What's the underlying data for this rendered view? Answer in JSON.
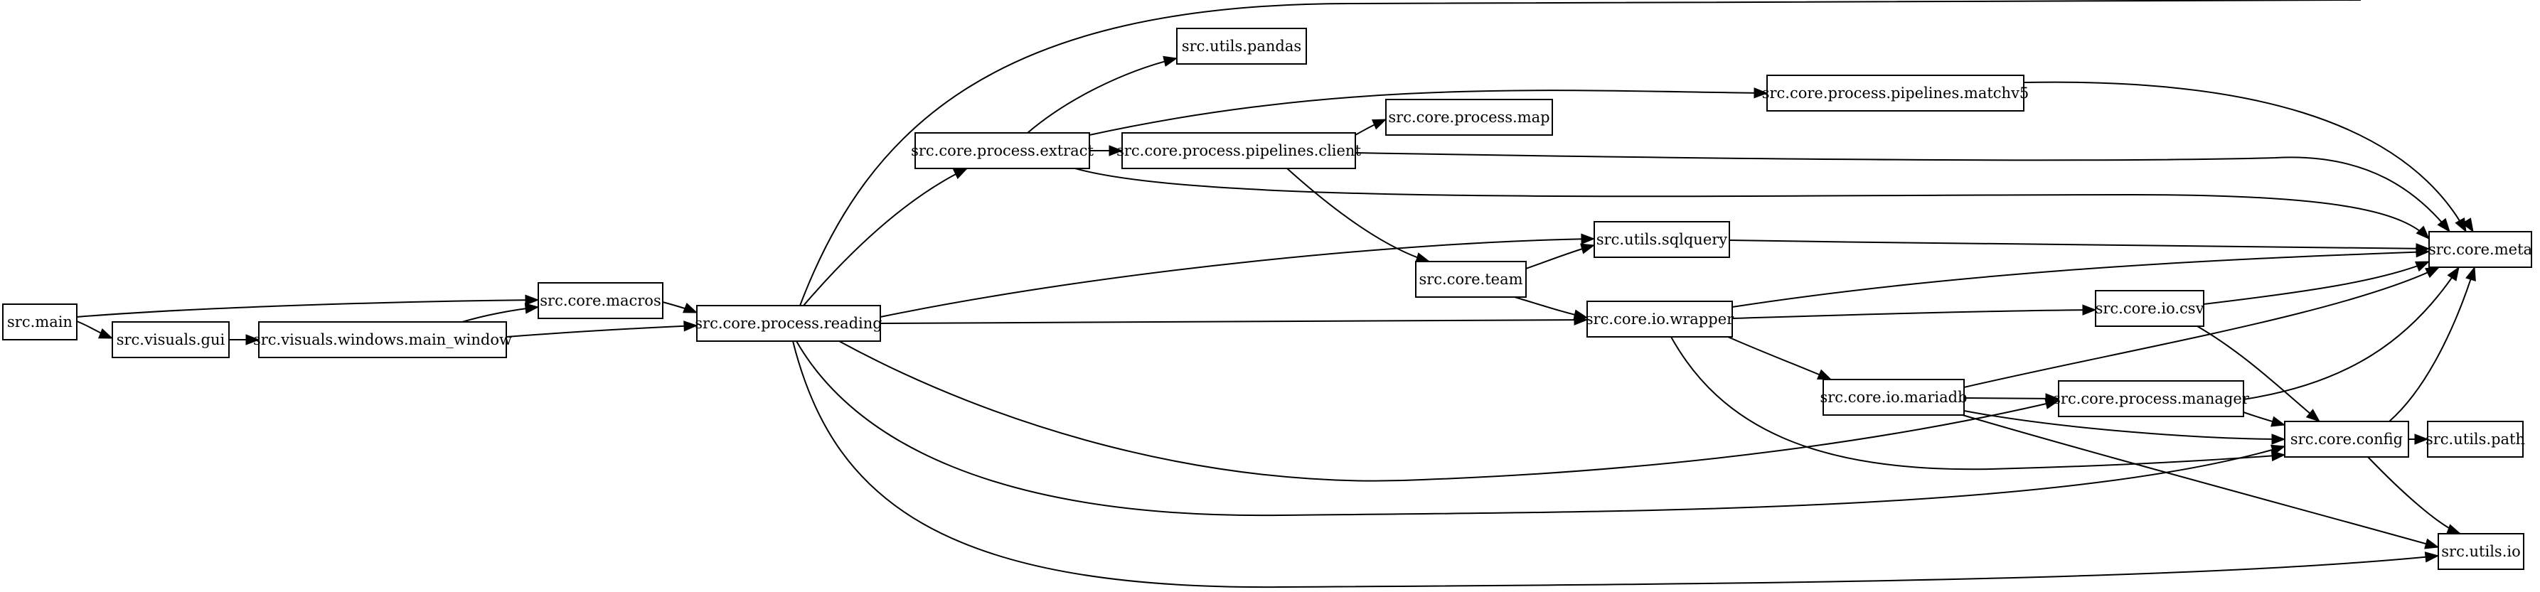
{
  "diagram": {
    "type": "dependency-graph",
    "colors": {
      "stroke": "#000000",
      "fill": "#ffffff",
      "text": "#000000"
    },
    "nodes": [
      {
        "id": "main",
        "label": "src.main"
      },
      {
        "id": "gui",
        "label": "src.visuals.gui"
      },
      {
        "id": "main_window",
        "label": "src.visuals.windows.main_window"
      },
      {
        "id": "macros",
        "label": "src.core.macros"
      },
      {
        "id": "reading",
        "label": "src.core.process.reading"
      },
      {
        "id": "extract",
        "label": "src.core.process.extract"
      },
      {
        "id": "pandas",
        "label": "src.utils.pandas"
      },
      {
        "id": "client",
        "label": "src.core.process.pipelines.client"
      },
      {
        "id": "map",
        "label": "src.core.process.map"
      },
      {
        "id": "matchv5",
        "label": "src.core.process.pipelines.matchv5"
      },
      {
        "id": "team",
        "label": "src.core.team"
      },
      {
        "id": "sqlquery",
        "label": "src.utils.sqlquery"
      },
      {
        "id": "wrapper",
        "label": "src.core.io.wrapper"
      },
      {
        "id": "csv",
        "label": "src.core.io.csv"
      },
      {
        "id": "mariadb",
        "label": "src.core.io.mariadb"
      },
      {
        "id": "manager",
        "label": "src.core.process.manager"
      },
      {
        "id": "config",
        "label": "src.core.config"
      },
      {
        "id": "path",
        "label": "src.utils.path"
      },
      {
        "id": "io",
        "label": "src.utils.io"
      },
      {
        "id": "meta",
        "label": "src.core.meta"
      }
    ],
    "edges": [
      {
        "from": "main",
        "to": "gui"
      },
      {
        "from": "main",
        "to": "macros"
      },
      {
        "from": "gui",
        "to": "main_window"
      },
      {
        "from": "main_window",
        "to": "macros"
      },
      {
        "from": "main_window",
        "to": "reading"
      },
      {
        "from": "macros",
        "to": "reading"
      },
      {
        "from": "reading",
        "to": "extract"
      },
      {
        "from": "reading",
        "to": "sqlquery"
      },
      {
        "from": "reading",
        "to": "wrapper"
      },
      {
        "from": "reading",
        "to": "manager"
      },
      {
        "from": "reading",
        "to": "config"
      },
      {
        "from": "reading",
        "to": "io"
      },
      {
        "from": "reading",
        "to": "meta"
      },
      {
        "from": "extract",
        "to": "pandas"
      },
      {
        "from": "extract",
        "to": "client"
      },
      {
        "from": "extract",
        "to": "matchv5"
      },
      {
        "from": "extract",
        "to": "meta"
      },
      {
        "from": "client",
        "to": "map"
      },
      {
        "from": "client",
        "to": "team"
      },
      {
        "from": "client",
        "to": "meta"
      },
      {
        "from": "matchv5",
        "to": "meta"
      },
      {
        "from": "team",
        "to": "sqlquery"
      },
      {
        "from": "team",
        "to": "wrapper"
      },
      {
        "from": "sqlquery",
        "to": "meta"
      },
      {
        "from": "wrapper",
        "to": "csv"
      },
      {
        "from": "wrapper",
        "to": "mariadb"
      },
      {
        "from": "wrapper",
        "to": "config"
      },
      {
        "from": "wrapper",
        "to": "meta"
      },
      {
        "from": "csv",
        "to": "config"
      },
      {
        "from": "csv",
        "to": "meta"
      },
      {
        "from": "mariadb",
        "to": "manager"
      },
      {
        "from": "mariadb",
        "to": "config"
      },
      {
        "from": "mariadb",
        "to": "io"
      },
      {
        "from": "mariadb",
        "to": "meta"
      },
      {
        "from": "manager",
        "to": "config"
      },
      {
        "from": "manager",
        "to": "meta"
      },
      {
        "from": "config",
        "to": "path"
      },
      {
        "from": "config",
        "to": "io"
      },
      {
        "from": "config",
        "to": "meta"
      }
    ]
  }
}
